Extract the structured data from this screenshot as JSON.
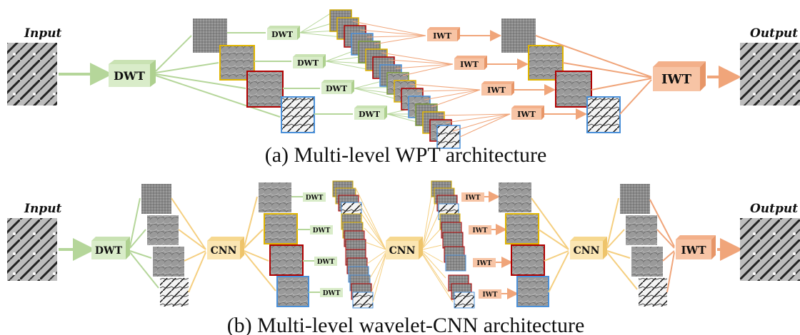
{
  "panel_a": {
    "input_label": "Input",
    "output_label": "Output",
    "caption": "(a)  Multi-level WPT architecture",
    "dwt_label": "DWT",
    "iwt_label": "IWT"
  },
  "panel_b": {
    "input_label": "Input",
    "output_label": "Output",
    "caption": "(b)  Multi-level wavelet-CNN architecture",
    "dwt_label": "DWT",
    "cnn_label": "CNN",
    "iwt_label": "IWT"
  },
  "colors": {
    "dwt_box": "#d9ecc9",
    "dwt_arrow": "#b5d69a",
    "iwt_box": "#f7c4a5",
    "iwt_arrow": "#f0a57a",
    "cnn_box": "#fbe6b3",
    "cnn_arrow": "#f5cf80",
    "frame_yellow": "#e0b400",
    "frame_red": "#b00000",
    "frame_blue": "#4a90d9"
  }
}
